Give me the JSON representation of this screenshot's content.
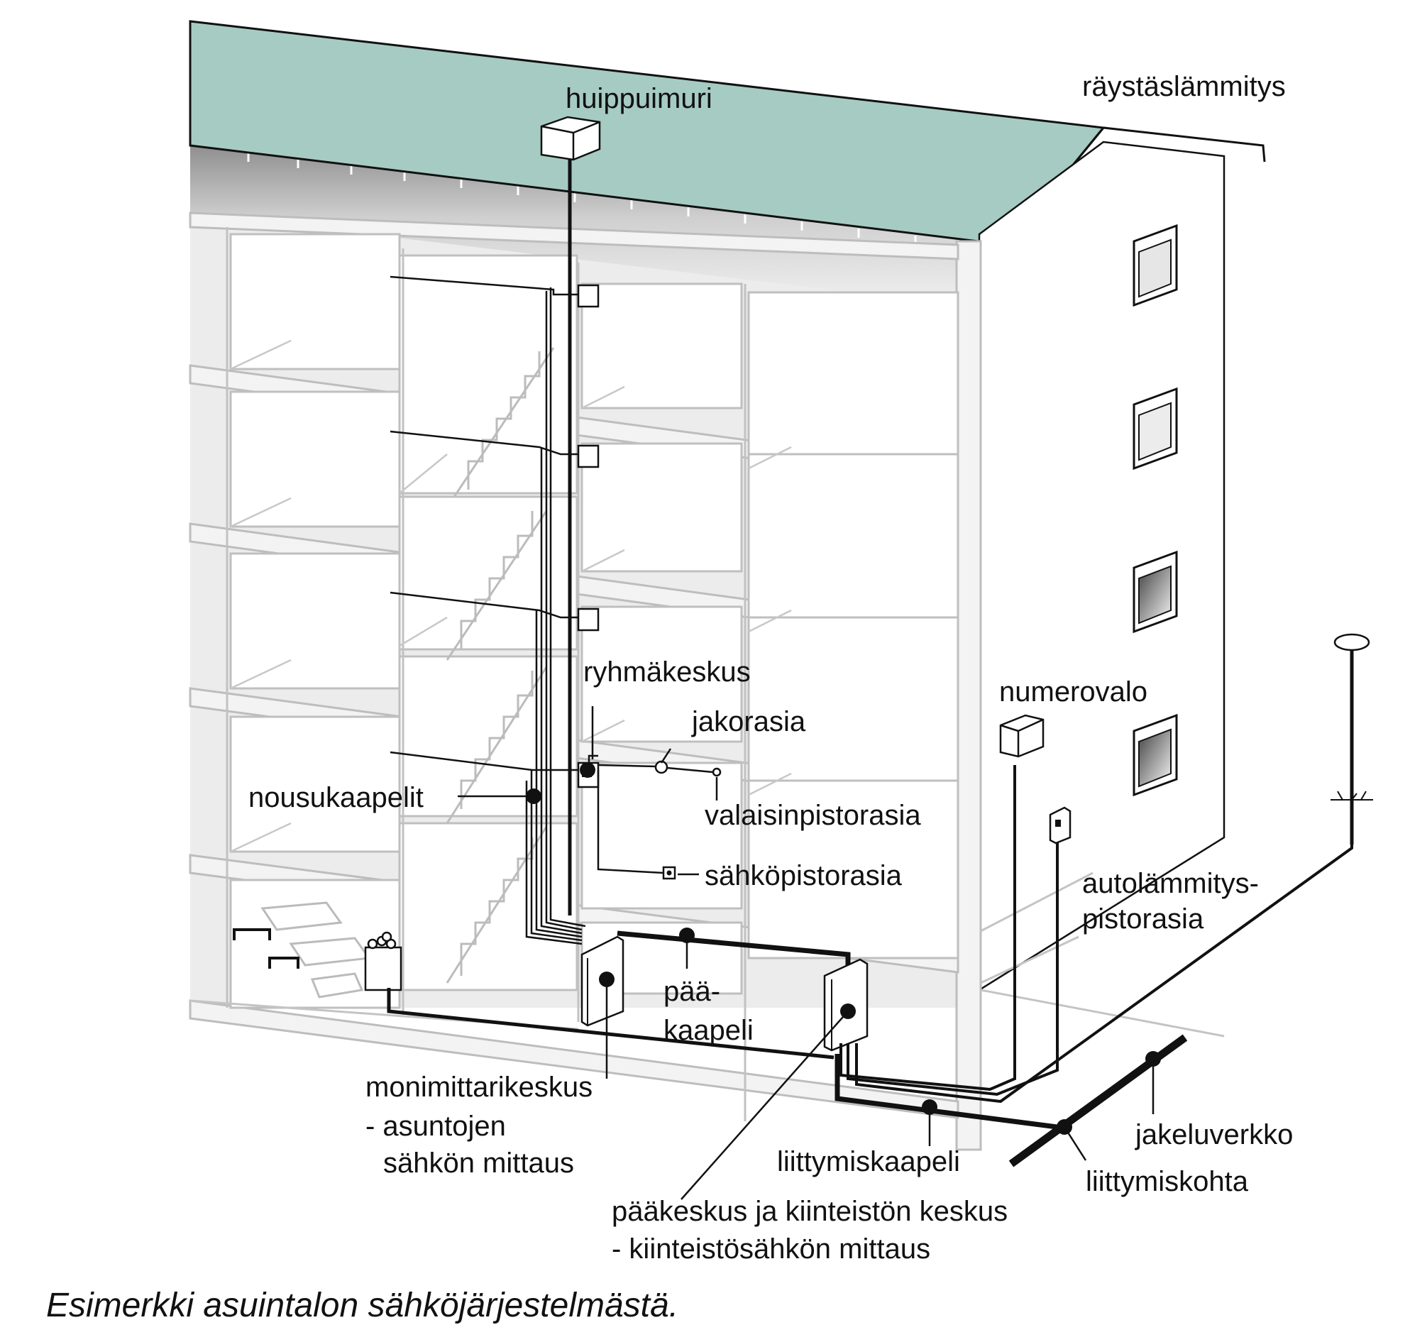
{
  "labels": {
    "huippuimuri": "huippuimuri",
    "raystaslammitys": "räystäslämmitys",
    "ryhmakeskus": "ryhmäkeskus",
    "jakorasia": "jakorasia",
    "numerovalo": "numerovalo",
    "nousukaapelit": "nousukaapelit",
    "valaisinpistorasia": "valaisinpistorasia",
    "sahkopistorasia": "sähköpistorasia",
    "autolammitys_1": "autolämmitys-",
    "autolammitys_2": "pistorasia",
    "paakaapeli_1": "pää-",
    "paakaapeli_2": "kaapeli",
    "monimittari_1": "monimittarikeskus",
    "monimittari_2": "- asuntojen",
    "monimittari_3": "sähkön mittaus",
    "liittymiskaapeli": "liittymiskaapeli",
    "jakeluverkko": "jakeluverkko",
    "liittymiskohta": "liittymiskohta",
    "paakeskus_1": "pääkeskus ja kiinteistön keskus",
    "paakeskus_2": "- kiinteistösähkön mittaus"
  },
  "caption": "Esimerkki asuintalon sähköjärjestelmästä.",
  "colors": {
    "roof": "#a6cbc2",
    "wall_line": "#c2c2c2",
    "ink": "#111111"
  }
}
